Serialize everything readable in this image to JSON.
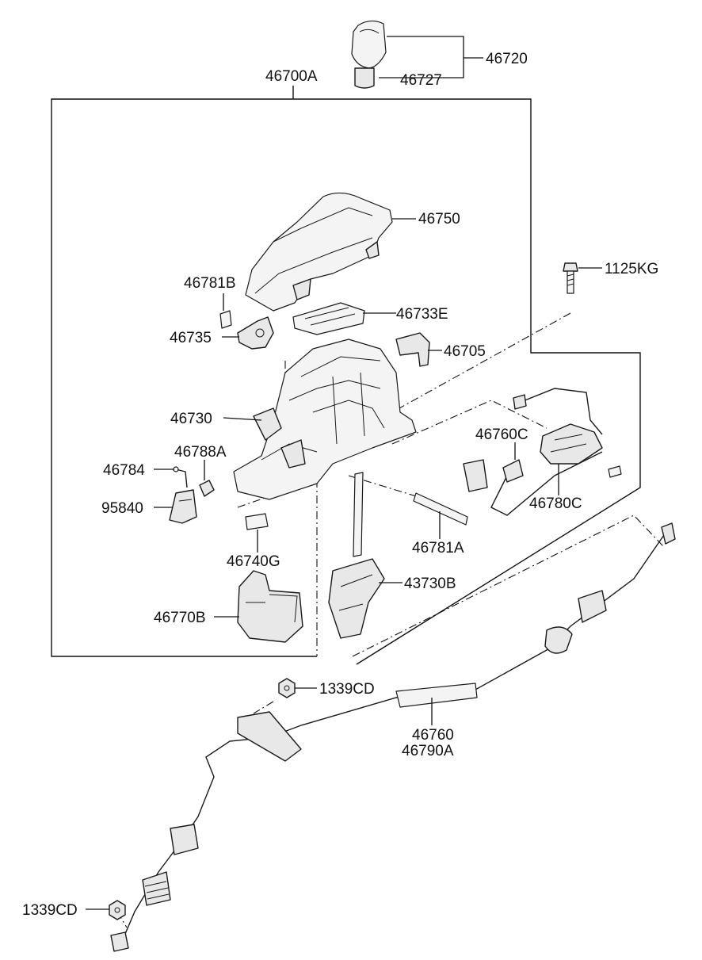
{
  "labels": {
    "assy_46700A": "46700A",
    "knob_46720": "46720",
    "boot_46727": "46727",
    "cover_46750": "46750",
    "bolt_1125KG": "1125KG",
    "pin_46781B": "46781B",
    "indicator_46733E": "46733E",
    "lever_46735": "46735",
    "bracket_46705": "46705",
    "base_46730": "46730",
    "sensor_46760C": "46760C",
    "spring_46788A": "46788A",
    "clip_46784": "46784",
    "connector_95840": "95840",
    "actuator_46780C": "46780C",
    "pin_46781A": "46781A",
    "plate_46740G": "46740G",
    "lever_43730B": "43730B",
    "housing_46770B": "46770B",
    "nut_1339CD_top": "1339CD",
    "cable_46760": "46760",
    "cable_46790A": "46790A",
    "nut_1339CD_bottom": "1339CD"
  }
}
